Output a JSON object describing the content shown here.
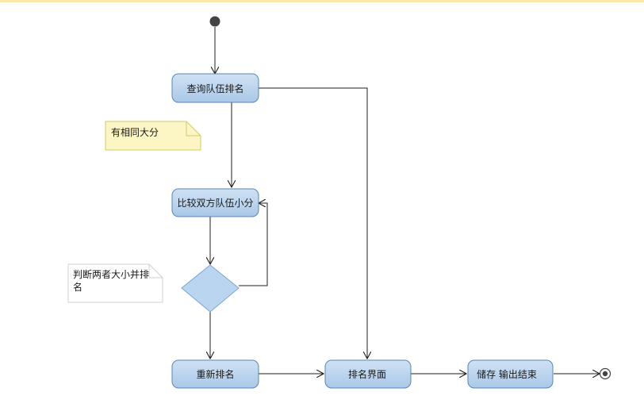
{
  "colors": {
    "top_strip": "#fbe7a8",
    "action_fill_top": "#cfe2f5",
    "action_fill_bottom": "#a9c8e8",
    "action_stroke": "#5b84b1",
    "decision_fill": "#b9d5f0",
    "note_yellow_fill": "#fcf6c4",
    "note_yellow_stroke": "#d8c86a",
    "note_white_fill": "#ffffff",
    "note_white_stroke": "#c8c8c8",
    "edge": "#1f1f1f"
  },
  "nodes": {
    "query_rank": "查询队伍排名",
    "compare": "比较双方队伍小分",
    "rerank": "重新排名",
    "rank_view": "排名界面",
    "store_output": "储存 输出结束"
  },
  "notes": {
    "same_score": "有相同大分",
    "judge_line1": "判断两者大小并排",
    "judge_line2": "名"
  }
}
